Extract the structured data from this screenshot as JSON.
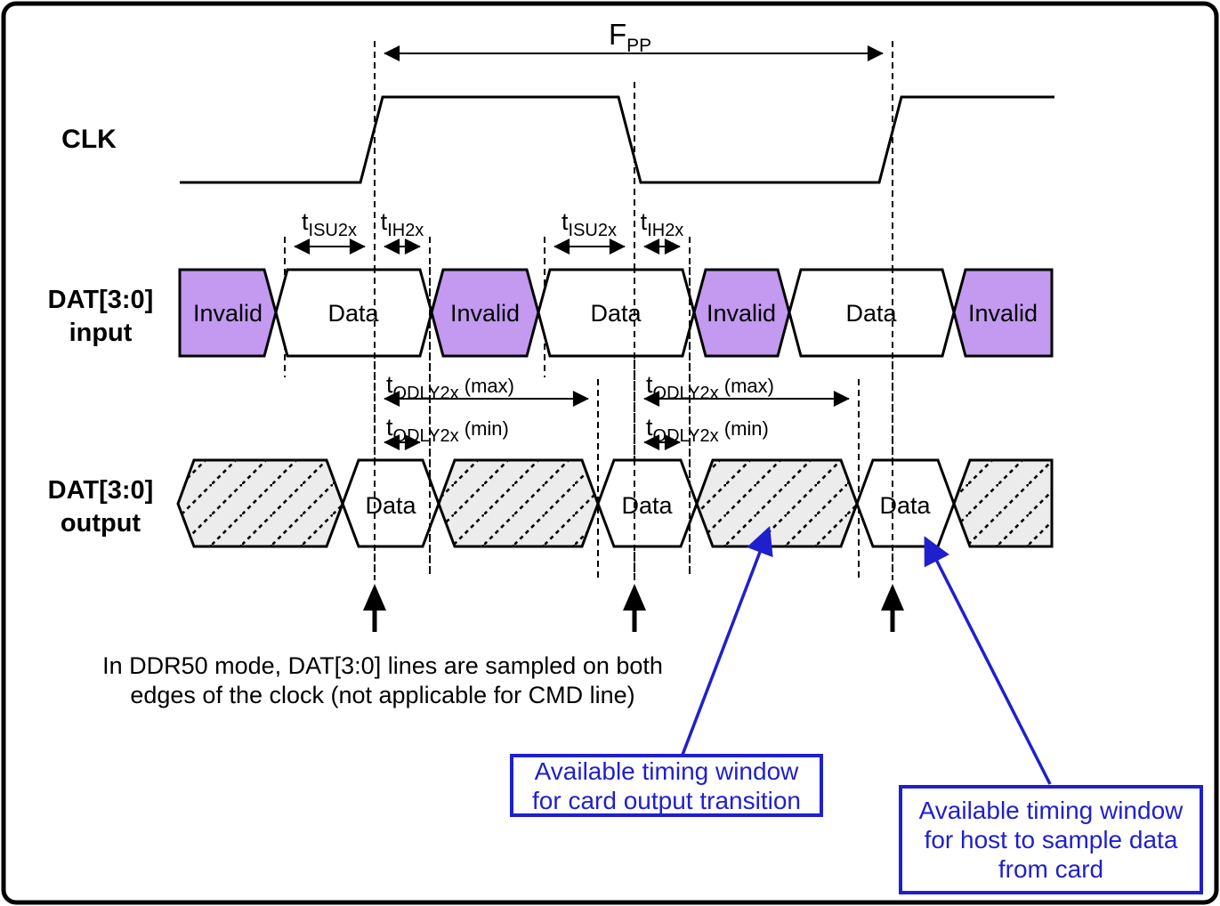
{
  "clk": {
    "label": "CLK"
  },
  "fpp": {
    "main": "F",
    "sub": "PP"
  },
  "timing": {
    "t_main": "t",
    "tisu_sub": "ISU2x",
    "tih_sub": "IH2x",
    "todly_sub": "ODLY2x",
    "max_suffix": " (max)",
    "min_suffix": " (min)"
  },
  "input_row": {
    "label_line1": "DAT[3:0]",
    "label_line2": "input",
    "segments": [
      "Invalid",
      "Data",
      "Invalid",
      "Data",
      "Invalid",
      "Data",
      "Invalid"
    ]
  },
  "output_row": {
    "label_line1": "DAT[3:0]",
    "label_line2": "output",
    "data_labels": [
      "Data",
      "Data",
      "Data"
    ]
  },
  "note": {
    "line1": "In DDR50 mode, DAT[3:0] lines are sampled on both",
    "line2": "edges of the clock (not applicable for CMD line)"
  },
  "callouts": {
    "card_output": {
      "line1": "Available timing window",
      "line2": "for card output transition"
    },
    "host_sample": {
      "line1": "Available timing window",
      "line2": "for host to sample data",
      "line3": "from card"
    }
  },
  "colors": {
    "invalid_fill": "#c499f0",
    "hatch_bg": "#ececec",
    "annotation_blue": "#1f1fce"
  }
}
